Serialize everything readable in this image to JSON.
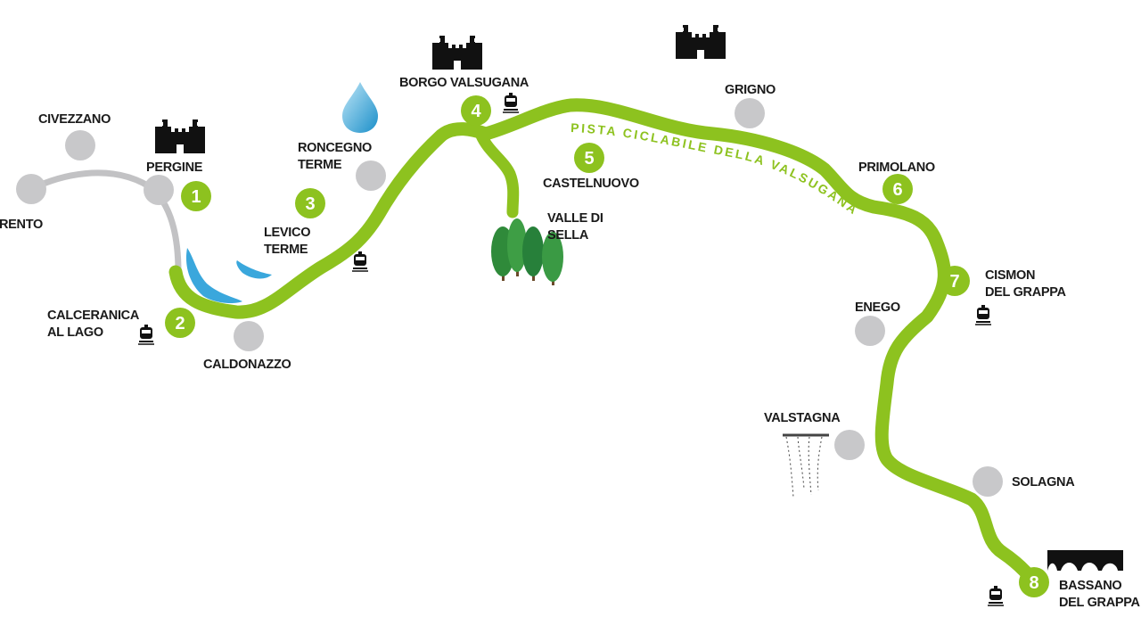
{
  "colors": {
    "route": "#8dc21f",
    "connector": "#c2c2c4",
    "town": "#c8c8ca",
    "water": "#3aa7dc",
    "ink": "#111111"
  },
  "route_name": "PISTA CICLABILE DELLA VALSUGANA",
  "stages": [
    "1",
    "2",
    "3",
    "4",
    "5",
    "6",
    "7",
    "8"
  ],
  "towns": {
    "civezzano": "CIVEZZANO",
    "trento": "RENTO",
    "pergine": "PERGINE",
    "calceranica_1": "CALCERANICA",
    "calceranica_2": "AL LAGO",
    "caldonazzo": "CALDONAZZO",
    "levico_1": "LEVICO",
    "levico_2": "TERME",
    "roncegno_1": "RONCEGNO",
    "roncegno_2": "TERME",
    "borgo": "BORGO VALSUGANA",
    "castelnuovo": "CASTELNUOVO",
    "sella_1": "VALLE DI",
    "sella_2": "SELLA",
    "grigno": "GRIGNO",
    "primolano": "PRIMOLANO",
    "cismon_1": "CISMON",
    "cismon_2": "DEL GRAPPA",
    "enego": "ENEGO",
    "valstagna": "VALSTAGNA",
    "solagna": "SOLAGNA",
    "bassano_1": "BASSANO",
    "bassano_2": "DEL GRAPPA"
  }
}
